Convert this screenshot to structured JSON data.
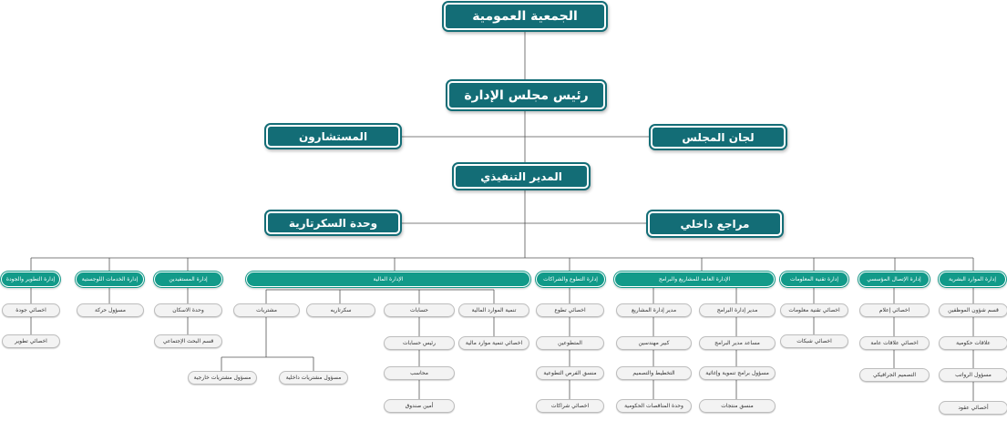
{
  "nodes": {
    "general_assembly": "الجمعية العمومية",
    "chairman": "رئيس مجلس الإدارة",
    "advisors": "المستشارون",
    "committees": "لجان المجلس",
    "executive_director": "المدير التنفيذي",
    "secretariat": "وحدة السكرتارية",
    "internal_auditor": "مراجع داخلي"
  },
  "departments": {
    "hr": "إدارة الموارد البشرية",
    "comm": "إدارة الإتصال المؤسسي",
    "it": "إدارة تقنية المعلومات",
    "projects": "الإدارة العامة للمشاريع والبرامج",
    "volunteer": "إدارة التطوع والشراكات",
    "finance": "الإدارة المالية",
    "beneficiaries": "إدارة المستفيدين",
    "logistics": "إدارة الخدمات اللوجستية",
    "quality": "إدارة التطوير والجودة"
  },
  "leaves": {
    "hr_1": "قسم شؤون الموظفين",
    "hr_2": "علاقات حكومية",
    "hr_3": "مسؤول الرواتب",
    "hr_4": "أخصائي عقود",
    "comm_1": "اخصائي إعلام",
    "comm_2": "اخصائي علاقات عامة",
    "comm_3": "التصميم الجرافيكي",
    "it_1": "اخصائي تقنية معلومات",
    "it_2": "اخصائي شبكات",
    "proj_a1": "مدير إدارة البرامج",
    "proj_a2": "مساعد مدير البرامج",
    "proj_a3": "مسؤول برامج تنموية وإغاثية",
    "proj_a4": "منسق منتجات",
    "proj_b1": "مدير إدارة المشاريع",
    "proj_b2": "كبير مهندسين",
    "proj_b3": "التخطيط والتصميم",
    "proj_b4": "وحدة المناقصات الحكومية",
    "vol_1": "اخصائي تطوع",
    "vol_2": "المتطوعين",
    "vol_3": "منسق الفرص التطوعية",
    "vol_4": "اخصائي شراكات",
    "fin_dev": "تنمية الموارد المالية",
    "fin_dev_1": "اخصائي تنمية موارد مالية",
    "fin_acc": "حسابات",
    "fin_acc_1": "رئيس حسابات",
    "fin_acc_2": "محاسب",
    "fin_acc_3": "أمين صندوق",
    "fin_sec": "سكرتاريه",
    "fin_pur": "مشتريات",
    "fin_pur_1": "مسؤول مشتريات داخلية",
    "fin_pur_2": "مسؤول مشتريات خارجية",
    "ben_1": "وحدة الاسكان",
    "ben_2": "قسم البحث الإجتماعي",
    "log_1": "مسؤول حركة",
    "q_1": "اخصائي جودة",
    "q_2": "اخصائي تطوير"
  }
}
